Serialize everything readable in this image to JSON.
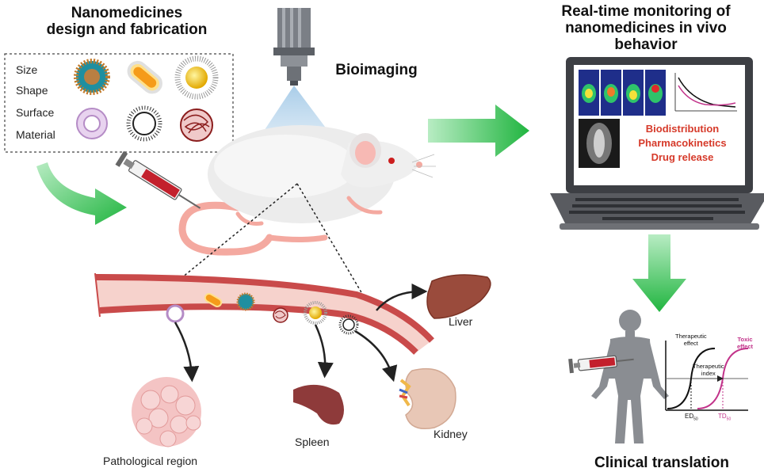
{
  "titles": {
    "design": [
      "Nanomedicines",
      "design and fabrication"
    ],
    "bioimaging": "Bioimaging",
    "monitoring": [
      "Real-time monitoring of",
      "nanomedicines in vivo",
      "behavior"
    ],
    "clinical": "Clinical translation"
  },
  "properties": [
    "Size",
    "Shape",
    "Surface",
    "Material"
  ],
  "laptop_labels": [
    "Biodistribution",
    "Pharmacokinetics",
    "Drug release"
  ],
  "organs": {
    "liver": "Liver",
    "spleen": "Spleen",
    "kidney": "Kidney",
    "pathological": "Pathological region"
  },
  "therapeutic": {
    "therapeutic_effect": [
      "Therapeutic",
      "effect"
    ],
    "therapeutic_index": [
      "Therapeutic",
      "index"
    ],
    "toxic_effect": [
      "Toxic",
      "effect"
    ],
    "ed": "ED",
    "ed_sub": "50",
    "td": "TD",
    "td_sub": "50"
  },
  "colors": {
    "arrow_green": "#2dbd4a",
    "vessel": "#c94a4a",
    "toxic": "#c2338a",
    "red_text": "#d63a2a"
  }
}
